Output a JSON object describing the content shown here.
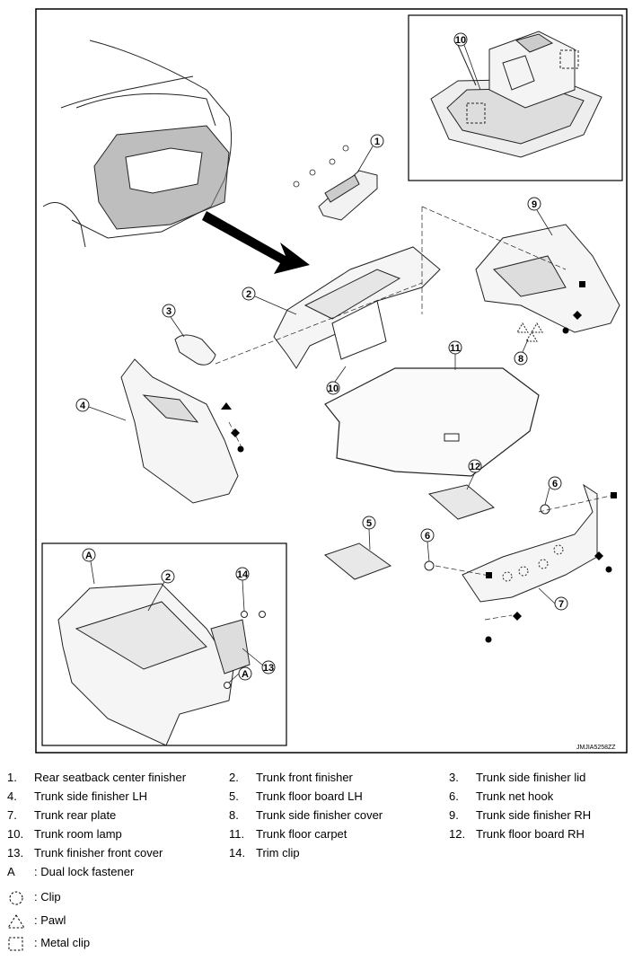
{
  "diagram": {
    "code": "JMJIA5258ZZ",
    "callouts": [
      "1",
      "2",
      "3",
      "4",
      "5",
      "6",
      "7",
      "8",
      "9",
      "10",
      "11",
      "12",
      "13",
      "14",
      "A"
    ]
  },
  "legend": {
    "items": [
      {
        "num": "1.",
        "label": "Rear seatback center finisher"
      },
      {
        "num": "2.",
        "label": "Trunk front finisher"
      },
      {
        "num": "3.",
        "label": "Trunk side finisher lid"
      },
      {
        "num": "4.",
        "label": "Trunk side finisher LH"
      },
      {
        "num": "5.",
        "label": "Trunk floor board LH"
      },
      {
        "num": "6.",
        "label": "Trunk net hook"
      },
      {
        "num": "7.",
        "label": "Trunk rear plate"
      },
      {
        "num": "8.",
        "label": "Trunk side finisher cover"
      },
      {
        "num": "9.",
        "label": "Trunk side finisher RH"
      },
      {
        "num": "10.",
        "label": "Trunk room lamp"
      },
      {
        "num": "11.",
        "label": "Trunk floor carpet"
      },
      {
        "num": "12.",
        "label": "Trunk floor board RH"
      },
      {
        "num": "13.",
        "label": "Trunk finisher front cover"
      },
      {
        "num": "14.",
        "label": "Trim clip"
      }
    ],
    "a_num": "A",
    "a_label": ": Dual lock fastener",
    "symbols": [
      {
        "icon": "clip-symbol-icon",
        "label": ": Clip"
      },
      {
        "icon": "pawl-symbol-icon",
        "label": ": Pawl"
      },
      {
        "icon": "metal-clip-symbol-icon",
        "label": ": Metal clip"
      }
    ]
  }
}
